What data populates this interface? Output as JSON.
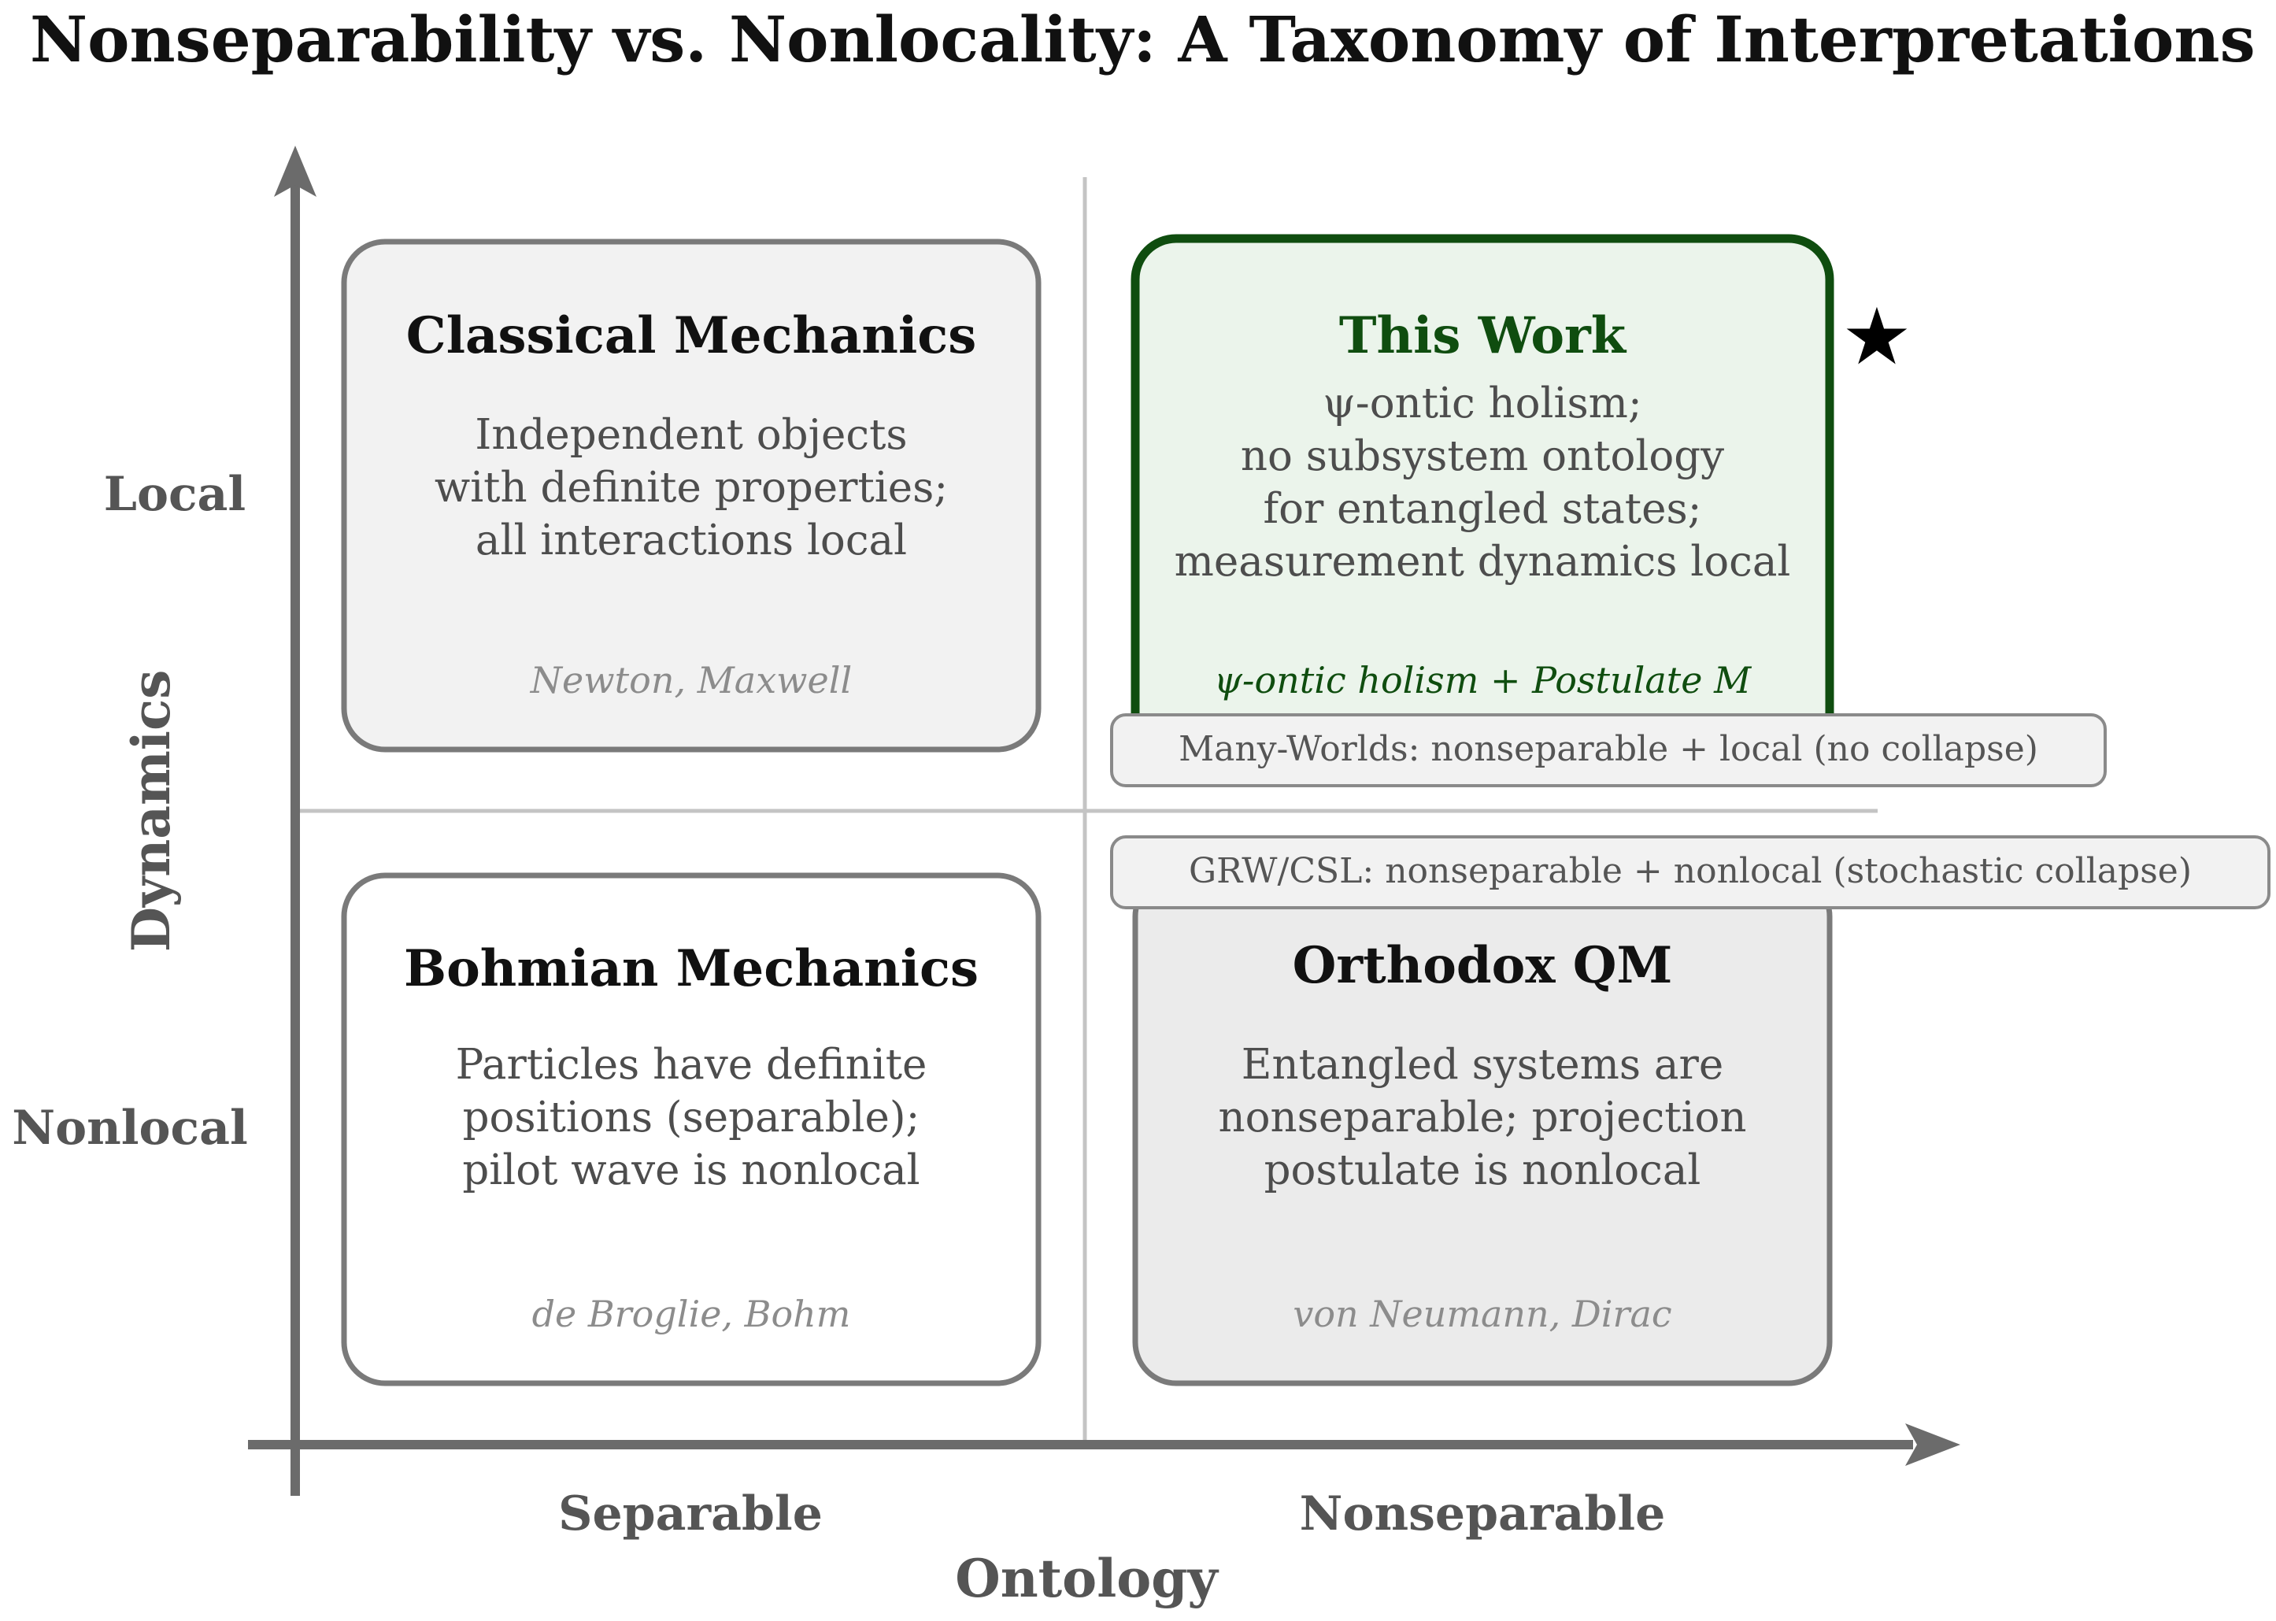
{
  "title": "Nonseparability vs. Nonlocality: A Taxonomy of Interpretations",
  "axes": {
    "x_title": "Ontology",
    "y_title": "Dynamics",
    "x_categories": [
      "Separable",
      "Nonseparable"
    ],
    "y_categories": [
      "Local",
      "Nonlocal"
    ]
  },
  "quadrants": {
    "classical": {
      "title": "Classical Mechanics",
      "body": [
        "Independent objects",
        "with definite properties;",
        "all interactions local"
      ],
      "citation": "Newton, Maxwell"
    },
    "this_work": {
      "title": "This Work",
      "body": [
        "ψ-ontic holism;",
        "no subsystem ontology",
        "for entangled states;",
        "measurement dynamics local"
      ],
      "citation": "ψ-ontic holism + Postulate M",
      "marker": "★"
    },
    "bohmian": {
      "title": "Bohmian Mechanics",
      "body": [
        "Particles have definite",
        "positions (separable);",
        "pilot wave is nonlocal"
      ],
      "citation": "de Broglie, Bohm"
    },
    "orthodox": {
      "title": "Orthodox QM",
      "body": [
        "Entangled systems are",
        "nonseparable; projection",
        "postulate is nonlocal"
      ],
      "citation": "von Neumann, Dirac"
    }
  },
  "callouts": {
    "many_worlds": "Many-Worlds: nonseparable + local (no collapse)",
    "grw_csl": "GRW/CSL: nonseparable + nonlocal (stochastic collapse)"
  },
  "colors": {
    "axis": "#6b6b6b",
    "divider": "#c4c4c4",
    "box_border": "#7a7a7a",
    "highlight": "#0f4d0f",
    "highlight_fill": "#ebf4eb",
    "classical_fill": "#f2f2f2",
    "bohmian_fill": "#ffffff",
    "orthodox_fill": "#ebebeb",
    "callout_fill": "#f2f2f2"
  }
}
